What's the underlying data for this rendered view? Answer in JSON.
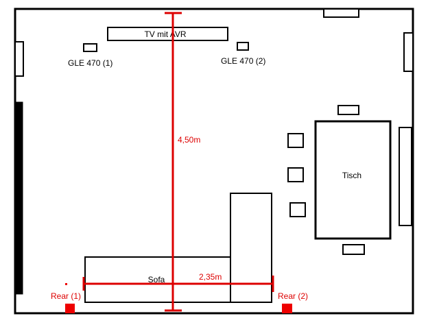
{
  "labels": {
    "tv": "TV mit AVR",
    "front_left": "GLE 470 (1)",
    "front_right": "GLE 470 (2)",
    "table": "Tisch",
    "sofa": "Sofa",
    "rear_left": "Rear (1)",
    "rear_right": "Rear (2)",
    "depth": "4,50m",
    "width": "2,35m"
  },
  "colors": {
    "wall": "#000000",
    "measure": "#dd0000",
    "rear_speaker": "#ee0000",
    "background": "#ffffff"
  }
}
